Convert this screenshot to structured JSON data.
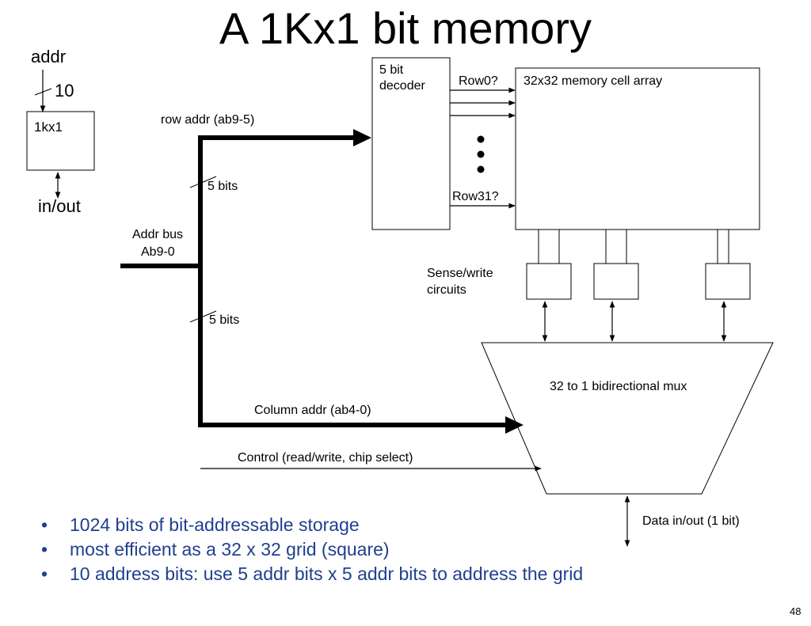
{
  "title": "A 1Kx1 bit memory",
  "icon_block": {
    "addr_label": "addr",
    "bus_width": "10",
    "box_label": "1kx1",
    "io_label": "in/out"
  },
  "decoder": {
    "line1": "5 bit",
    "line2": "decoder"
  },
  "row_labels": {
    "first": "Row0?",
    "last": "Row31?"
  },
  "memory_array": {
    "label": "32x32 memory cell array"
  },
  "bus": {
    "row_addr": "row addr (ab9-5)",
    "row_bits": "5 bits",
    "addr_bus_line1": "Addr bus",
    "addr_bus_line2": "Ab9-0",
    "col_bits": "5 bits",
    "col_addr": "Column addr (ab4-0)",
    "control": "Control (read/write, chip select)"
  },
  "sense": {
    "line1": "Sense/write",
    "line2": "circuits"
  },
  "mux": {
    "label": "32 to 1 bidirectional mux"
  },
  "data_io": "Data in/out (1 bit)",
  "bullets": [
    "1024 bits of bit-addressable storage",
    "most efficient as a 32 x 32 grid (square)",
    "10 address bits:  use 5 addr bits x 5 addr bits to address the grid"
  ],
  "bullet_char": "•",
  "page_number": "48",
  "colors": {
    "bullet_text": "#1f3f8f",
    "lines": "#000000"
  }
}
